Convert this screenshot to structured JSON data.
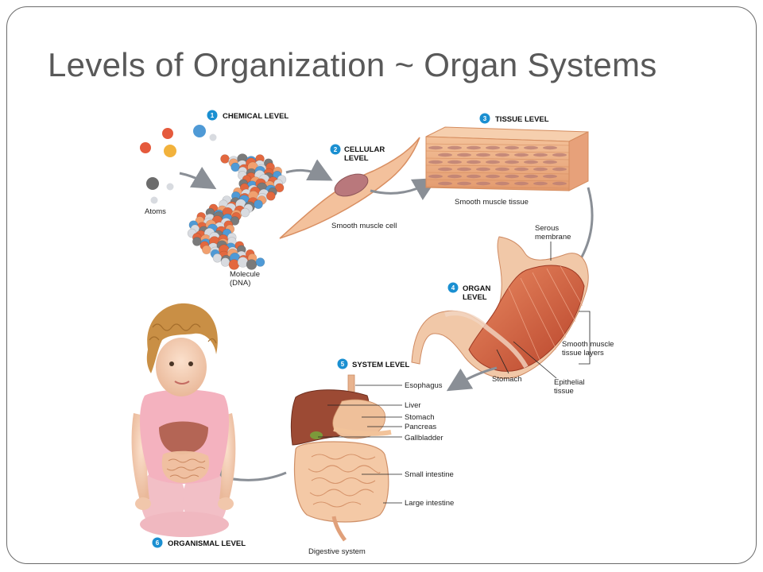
{
  "title": "Levels of Organization ~ Organ Systems",
  "levels": {
    "chemical": {
      "num": "1",
      "text": "CHEMICAL LEVEL"
    },
    "cellular": {
      "num": "2",
      "line1": "CELLULAR",
      "line2": "LEVEL"
    },
    "tissue": {
      "num": "3",
      "text": "TISSUE LEVEL"
    },
    "organ": {
      "num": "4",
      "line1": "ORGAN",
      "line2": "LEVEL"
    },
    "system": {
      "num": "5",
      "text": "SYSTEM LEVEL"
    },
    "organismal": {
      "num": "6",
      "text": "ORGANISMAL LEVEL"
    }
  },
  "labels": {
    "atoms": "Atoms",
    "molecule_1": "Molecule",
    "molecule_2": "(DNA)",
    "smooth_muscle_cell": "Smooth muscle cell",
    "smooth_muscle_tissue": "Smooth muscle tissue",
    "serous_1": "Serous",
    "serous_2": "membrane",
    "sm_layers_1": "Smooth muscle",
    "sm_layers_2": "tissue layers",
    "stomach_organ": "Stomach",
    "epithelial_1": "Epithelial",
    "epithelial_2": "tissue",
    "esophagus": "Esophagus",
    "liver": "Liver",
    "stomach": "Stomach",
    "pancreas": "Pancreas",
    "gallbladder": "Gallbladder",
    "small_intestine": "Small intestine",
    "large_intestine": "Large intestine",
    "digestive_system": "Digestive system"
  },
  "colors": {
    "badge": "#1a8fd1",
    "arrow": "#8a8f96",
    "muscle": "#e8a27a",
    "organ": "#d9684a"
  }
}
